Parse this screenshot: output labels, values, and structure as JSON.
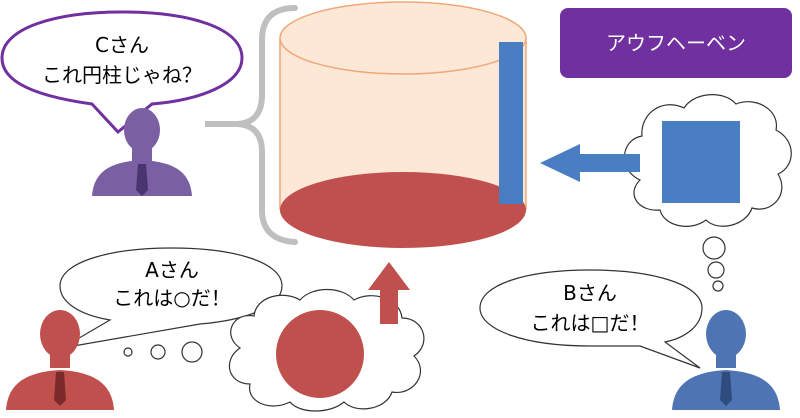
{
  "bubbles": {
    "c": {
      "line1": "Cさん",
      "line2": "これ円柱じゃね？"
    },
    "a": {
      "line1": "Aさん",
      "line2": "これは○だ！"
    },
    "b": {
      "line1": "Bさん",
      "line2": "これは□だ！"
    }
  },
  "label_box": {
    "text": "アウフヘーベン"
  },
  "colors": {
    "purple": "#7030A0",
    "person_c": "#7B5FA3",
    "person_a": "#C0504D",
    "person_b": "#4F74B3",
    "red": "#C0504D",
    "blue": "#4A7EC2",
    "cylinder_fill": "#FDE7D6",
    "cylinder_stroke": "#F0A878",
    "brace": "#BFBFBF"
  }
}
